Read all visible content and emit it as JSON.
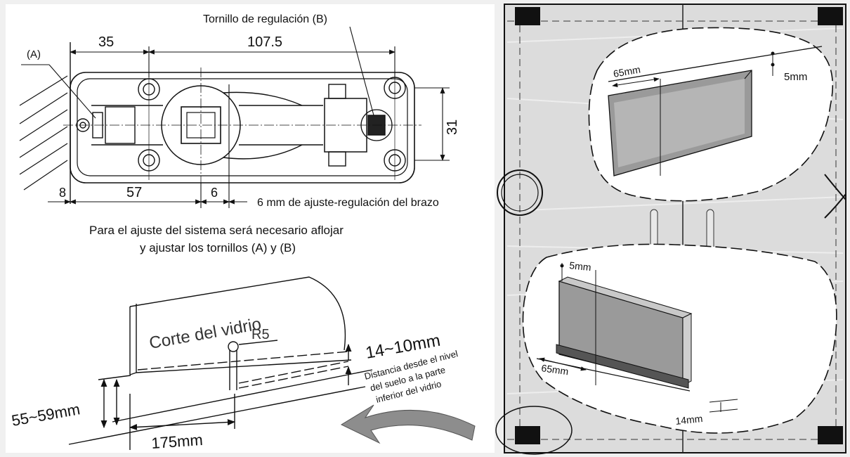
{
  "top_drawing": {
    "label_a": "(A)",
    "label_b": "Tornillo de regulación (B)",
    "dim_35": "35",
    "dim_107": "107.5",
    "dim_31": "31",
    "dim_8": "8",
    "dim_57": "57",
    "dim_6": "6",
    "arm_adjust": "6 mm de ajuste-regulación del brazo",
    "note_line1": "Para el ajuste del sistema será necesario aflojar",
    "note_line2": "y ajustar los tornillos (A) y (B)"
  },
  "bottom_drawing": {
    "glass_cut": "Corte del vidrio",
    "r5": "R5",
    "gap_range": "14~10mm",
    "distance_line1": "Distancia desde el nivel",
    "distance_line2": "del suelo a la parte",
    "distance_line3": "inferior del vidrio",
    "depth_range": "55~59mm",
    "offset_175": "175mm"
  },
  "door_view": {
    "top_65": "65mm",
    "top_5": "5mm",
    "bottom_5": "5mm",
    "bottom_65": "65mm",
    "bottom_14": "14mm"
  },
  "colors": {
    "line": "#111111",
    "door_fill": "#dcdcdc",
    "panel_fill": "#9a9a9a",
    "arrow_fill": "#8d8d8d",
    "frame_gray": "#f0f0f0"
  }
}
